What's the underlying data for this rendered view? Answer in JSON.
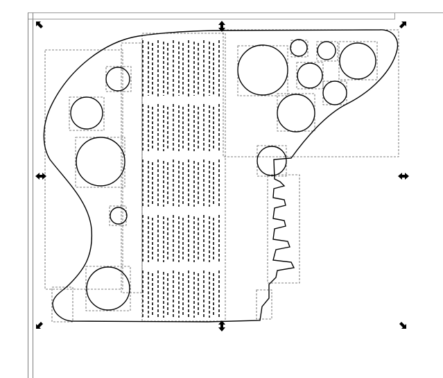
{
  "window": {
    "background": "#ffffff",
    "ruler_color": "#9a9a9a"
  },
  "selection": {
    "handle_color": "#000000",
    "handles": [
      "top-left",
      "top-center",
      "top-right",
      "middle-left",
      "middle-right",
      "bottom-left",
      "bottom-center",
      "bottom-right"
    ]
  },
  "drawing": {
    "outline_color": "#000000",
    "bbox_color": "#555555",
    "icons": [
      "scale-arrow-icon",
      "move-arrow-icon"
    ]
  }
}
